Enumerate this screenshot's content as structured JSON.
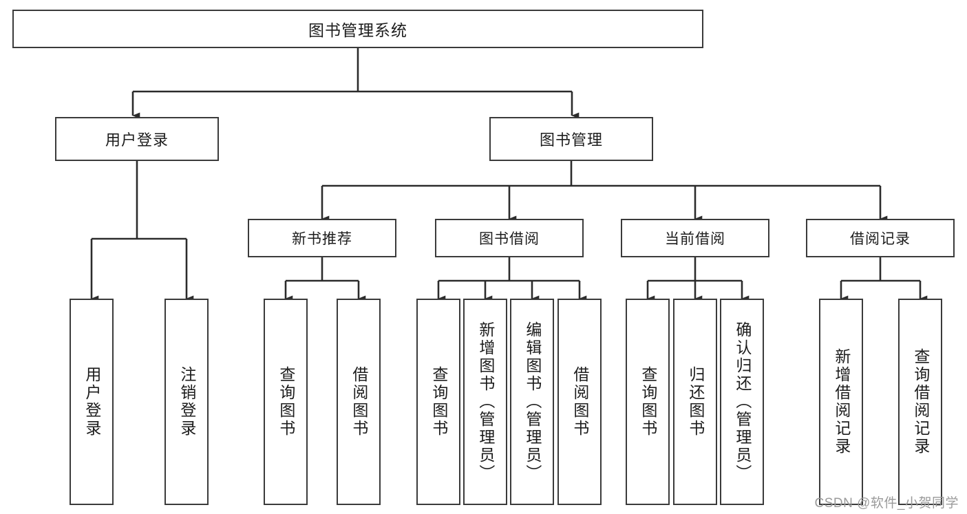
{
  "diagram": {
    "title": "图书管理系统",
    "type": "tree-structure-chart",
    "theme": {
      "background": "#ffffff",
      "box_border": "#3a3a3a",
      "box_fill": "#ffffff",
      "connector": "#2b2b2b",
      "text": "#1c1c1c",
      "watermark": "#9a9a9a"
    }
  },
  "root": {
    "label": "图书管理系统"
  },
  "level2": [
    {
      "label": "用户登录"
    },
    {
      "label": "图书管理"
    }
  ],
  "level3": [
    {
      "label": "新书推荐"
    },
    {
      "label": "图书借阅"
    },
    {
      "label": "当前借阅"
    },
    {
      "label": "借阅记录"
    }
  ],
  "leaves": {
    "user_login": [
      {
        "label": "用户登录"
      },
      {
        "label": "注销登录"
      }
    ],
    "new_book_recommend": [
      {
        "label": "查询图书"
      },
      {
        "label": "借阅图书"
      }
    ],
    "book_borrow": [
      {
        "label": "查询图书"
      },
      {
        "label": "新增图书（管理员）"
      },
      {
        "label": "编辑图书（管理员）"
      },
      {
        "label": "借阅图书"
      }
    ],
    "current_borrow": [
      {
        "label": "查询图书"
      },
      {
        "label": "归还图书"
      },
      {
        "label": "确认归还（管理员）"
      }
    ],
    "borrow_record": [
      {
        "label": "新增借阅记录"
      },
      {
        "label": "查询借阅记录"
      }
    ]
  },
  "watermark": {
    "text": "CSDN @软件_小贺同学"
  }
}
